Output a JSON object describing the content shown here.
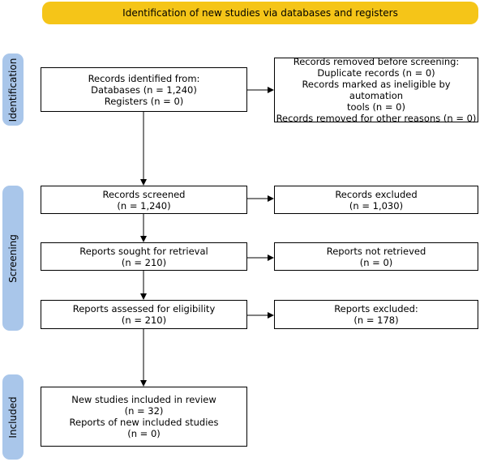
{
  "header": {
    "title": "Identification of new studies via databases and registers"
  },
  "phases": [
    {
      "label": "Identification"
    },
    {
      "label": "Screening"
    },
    {
      "label": "Included"
    }
  ],
  "boxes": {
    "identified": {
      "lines": [
        "Records identified from:",
        "Databases (n = 1,240)",
        "Registers (n = 0)"
      ]
    },
    "removed": {
      "lines": [
        "Records removed before screening:",
        "Duplicate records (n = 0)",
        "Records marked as ineligible by automation",
        "tools (n = 0)",
        "Records removed for other reasons (n = 0)"
      ]
    },
    "screened": {
      "lines": [
        "Records screened",
        "(n = 1,240)"
      ]
    },
    "excluded": {
      "lines": [
        "Records excluded",
        "(n = 1,030)"
      ]
    },
    "sought": {
      "lines": [
        "Reports sought for retrieval",
        "(n = 210)"
      ]
    },
    "not_retrieved": {
      "lines": [
        "Reports not retrieved",
        "(n = 0)"
      ]
    },
    "assessed": {
      "lines": [
        "Reports assessed for eligibility",
        "(n = 210)"
      ]
    },
    "reports_excluded": {
      "lines": [
        "Reports excluded:",
        "(n = 178)"
      ]
    },
    "included": {
      "lines": [
        "New studies included in review",
        "(n = 32)",
        "Reports of new included studies",
        "(n = 0)"
      ]
    }
  }
}
